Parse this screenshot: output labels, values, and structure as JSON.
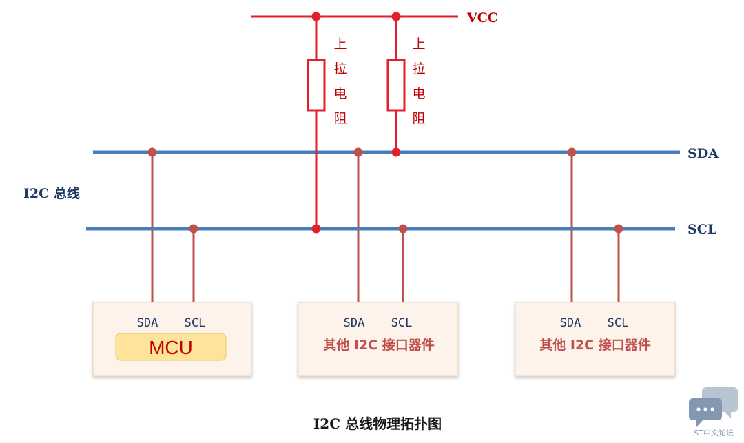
{
  "diagram": {
    "caption": "I2C 总线物理拓扑图",
    "bus_label": "I2C 总线",
    "lines": {
      "vcc": "VCC",
      "sda": "SDA",
      "scl": "SCL"
    },
    "pullup_resistors": [
      {
        "label_chars": [
          "上",
          "拉",
          "电",
          "阻"
        ]
      },
      {
        "label_chars": [
          "上",
          "拉",
          "电",
          "阻"
        ]
      }
    ],
    "devices": [
      {
        "pin_sda": "SDA",
        "pin_scl": "SCL",
        "name": "MCU"
      },
      {
        "pin_sda": "SDA",
        "pin_scl": "SCL",
        "name": "其他 I2C 接口器件"
      },
      {
        "pin_sda": "SDA",
        "pin_scl": "SCL",
        "name": "其他 I2C 接口器件"
      }
    ],
    "watermark": "ST中文论坛",
    "colors": {
      "bus_line": "#4a7ebb",
      "power_line": "#e0202a",
      "device_wire": "#c0504d",
      "device_box_fill": "#fdf3ea",
      "mcu_fill": "#fde49a"
    }
  }
}
